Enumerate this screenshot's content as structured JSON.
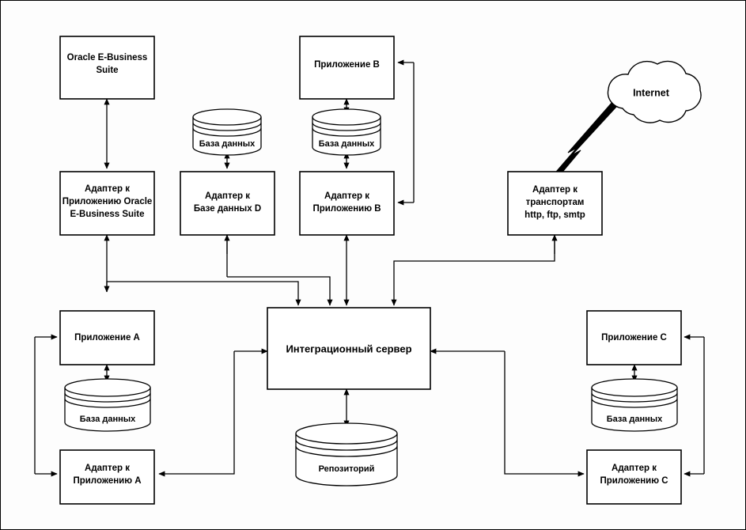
{
  "diagram": {
    "title": "Integration server architecture diagram",
    "background_color": "#fdfdfd",
    "line_color": "#000000",
    "box_fill": "#ffffff",
    "nodes": {
      "oracle_ebs": {
        "label_line1": "Oracle E-Business",
        "label_line2": "Suite"
      },
      "app_b": {
        "label_line1": "Приложение B"
      },
      "internet_cloud": {
        "label_line1": "Internet"
      },
      "adapter_oracle": {
        "label_line1": "Адаптер к",
        "label_line2": "Приложению Oracle",
        "label_line3": "E-Business Suite"
      },
      "adapter_db_d": {
        "label_line1": "Адаптер к",
        "label_line2": "Базе данных D"
      },
      "adapter_app_b": {
        "label_line1": "Адаптер к",
        "label_line2": "Приложению B"
      },
      "adapter_transport": {
        "label_line1": "Адаптер к",
        "label_line2": "транспортам",
        "label_line3": "http, ftp, smtp"
      },
      "integration_server": {
        "label_line1": "Интеграционный сервер"
      },
      "app_a": {
        "label_line1": "Приложение A"
      },
      "adapter_app_a": {
        "label_line1": "Адаптер к",
        "label_line2": "Приложению A"
      },
      "app_c": {
        "label_line1": "Приложение C"
      },
      "adapter_app_c": {
        "label_line1": "Адаптер к",
        "label_line2": "Приложению C"
      },
      "db_d": {
        "label_line1": "База данных"
      },
      "db_b": {
        "label_line1": "База данных"
      },
      "db_a": {
        "label_line1": "База данных"
      },
      "db_c": {
        "label_line1": "База данных"
      },
      "repository": {
        "label_line1": "Репозиторий"
      }
    }
  }
}
